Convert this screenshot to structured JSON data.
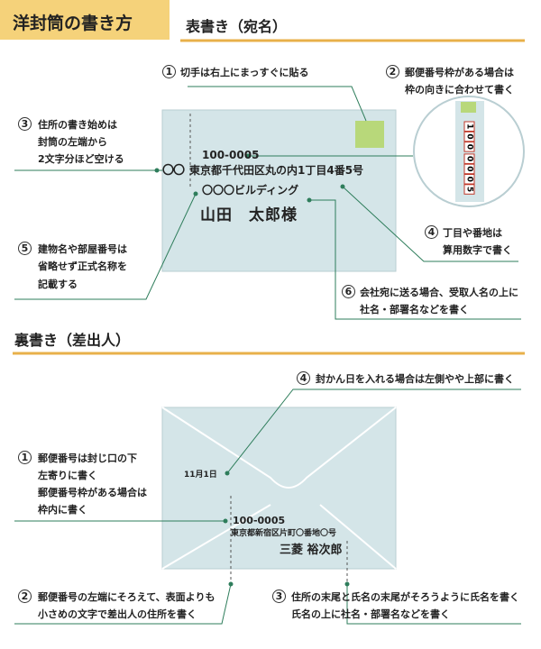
{
  "title": "洋封筒の書き方",
  "front": {
    "heading": "表書き（宛名）",
    "notes": [
      {
        "num": "1",
        "lines": [
          "切手は右上にまっすぐに貼る"
        ]
      },
      {
        "num": "2",
        "lines": [
          "郵便番号枠がある場合は",
          "枠の向きに合わせて書く"
        ]
      },
      {
        "num": "3",
        "lines": [
          "住所の書き始めは",
          "封筒の左端から",
          "2文字分ほど空ける"
        ]
      },
      {
        "num": "4",
        "lines": [
          "丁目や番地は",
          "算用数字で書く"
        ]
      },
      {
        "num": "5",
        "lines": [
          "建物名や部屋番号は",
          "省略せず正式名称を",
          "記載する"
        ]
      },
      {
        "num": "6",
        "lines": [
          "会社宛に送る場合、受取人名の上に",
          "社名・部署名などを書く"
        ]
      }
    ],
    "postal": "100-0005",
    "address": "東京都千代田区丸の内1丁目4番5号",
    "space_marks": "〇〇",
    "building": "〇〇〇ビルディング",
    "recipient": "山田　太郎様",
    "zip_digits": [
      "1",
      "0",
      "0",
      "0",
      "0",
      "0",
      "5"
    ]
  },
  "back": {
    "heading": "裏書き（差出人）",
    "notes": [
      {
        "num": "1",
        "lines": [
          "郵便番号は封じ口の下",
          "左寄りに書く",
          "郵便番号枠がある場合は",
          "枠内に書く"
        ]
      },
      {
        "num": "2",
        "lines": [
          "郵便番号の左端にそろえて、表面よりも",
          "小さめの文字で差出人の住所を書く"
        ]
      },
      {
        "num": "3",
        "lines": [
          "住所の末尾と氏名の末尾がそろうように氏名を書く",
          "氏名の上に社名・部署名などを書く"
        ]
      },
      {
        "num": "4",
        "lines": [
          "封かん日を入れる場合は左側やや上部に書く"
        ]
      }
    ],
    "date": "11月1日",
    "postal": "100-0005",
    "address": "東京都新宿区片町〇番地〇号",
    "sender": "三菱 裕次郎"
  },
  "colors": {
    "accent": "#e8b04a",
    "envelope": "#d4e5e8",
    "envelope_border": "#b9ced2",
    "stamp": "#b8d87a",
    "leader": "#2e7d5b",
    "zip_box": "#c0392b"
  }
}
